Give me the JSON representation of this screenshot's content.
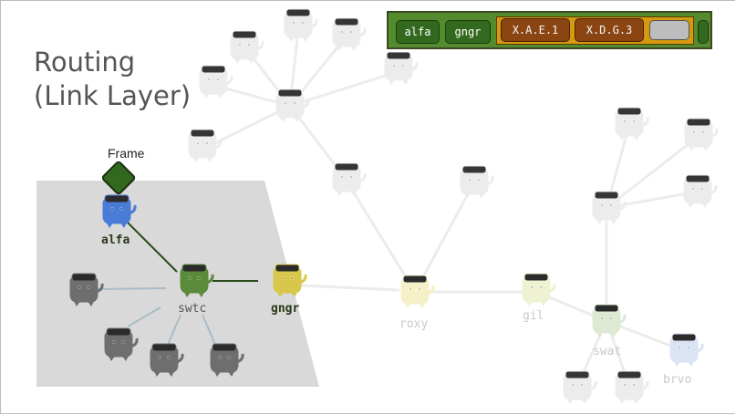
{
  "slide": {
    "title_line1": "Routing",
    "title_line2": "(Link Layer)"
  },
  "packet": {
    "fields": [
      "alfa",
      "gngr",
      "X.A.E.1",
      "X.D.G.3",
      ""
    ]
  },
  "frame_label": "Frame",
  "nodes": {
    "alfa": "alfa",
    "swtc": "swtc",
    "gngr": "gngr",
    "roxy": "roxy",
    "gil": "gil",
    "swat": "swat",
    "brvo": "brvo"
  },
  "colors": {
    "alfa_node": "#4a7bd6",
    "swtc_node": "#5a8a3a",
    "gngr_node": "#d8c74a",
    "gray_node": "#6e6e6e",
    "link_active": "#2a4a1a",
    "link_inactive": "#a9bcc6",
    "lan_area": "#d9d9d9"
  }
}
